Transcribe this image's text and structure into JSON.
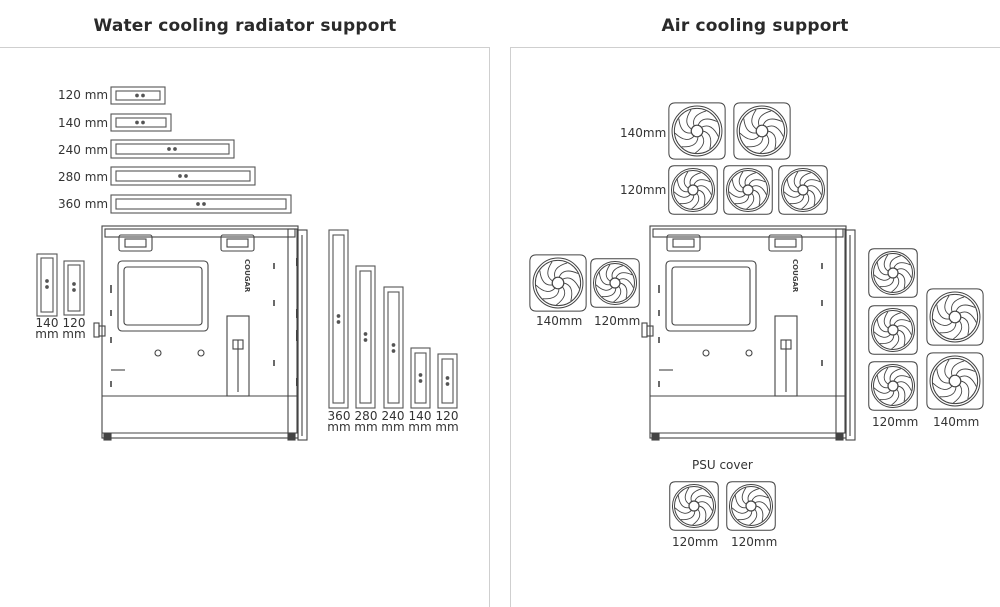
{
  "water": {
    "title": "Water cooling radiator support",
    "top_rads": [
      "120 mm",
      "140 mm",
      "240 mm",
      "280 mm",
      "360 mm"
    ],
    "side_rads": [
      {
        "n": "140",
        "u": "mm"
      },
      {
        "n": "120",
        "u": "mm"
      }
    ],
    "front_rads": [
      {
        "n": "360",
        "u": "mm"
      },
      {
        "n": "280",
        "u": "mm"
      },
      {
        "n": "240",
        "u": "mm"
      },
      {
        "n": "140",
        "u": "mm"
      },
      {
        "n": "120",
        "u": "mm"
      }
    ],
    "logo": "COUGAR"
  },
  "air": {
    "title": "Air cooling support",
    "top_140": "140mm",
    "top_120": "120mm",
    "rear_140": "140mm",
    "rear_120": "120mm",
    "front_120": "120mm",
    "front_140": "140mm",
    "psu_cover": "PSU cover",
    "bottom_left": "120mm",
    "bottom_right": "120mm",
    "logo": "COUGAR"
  }
}
